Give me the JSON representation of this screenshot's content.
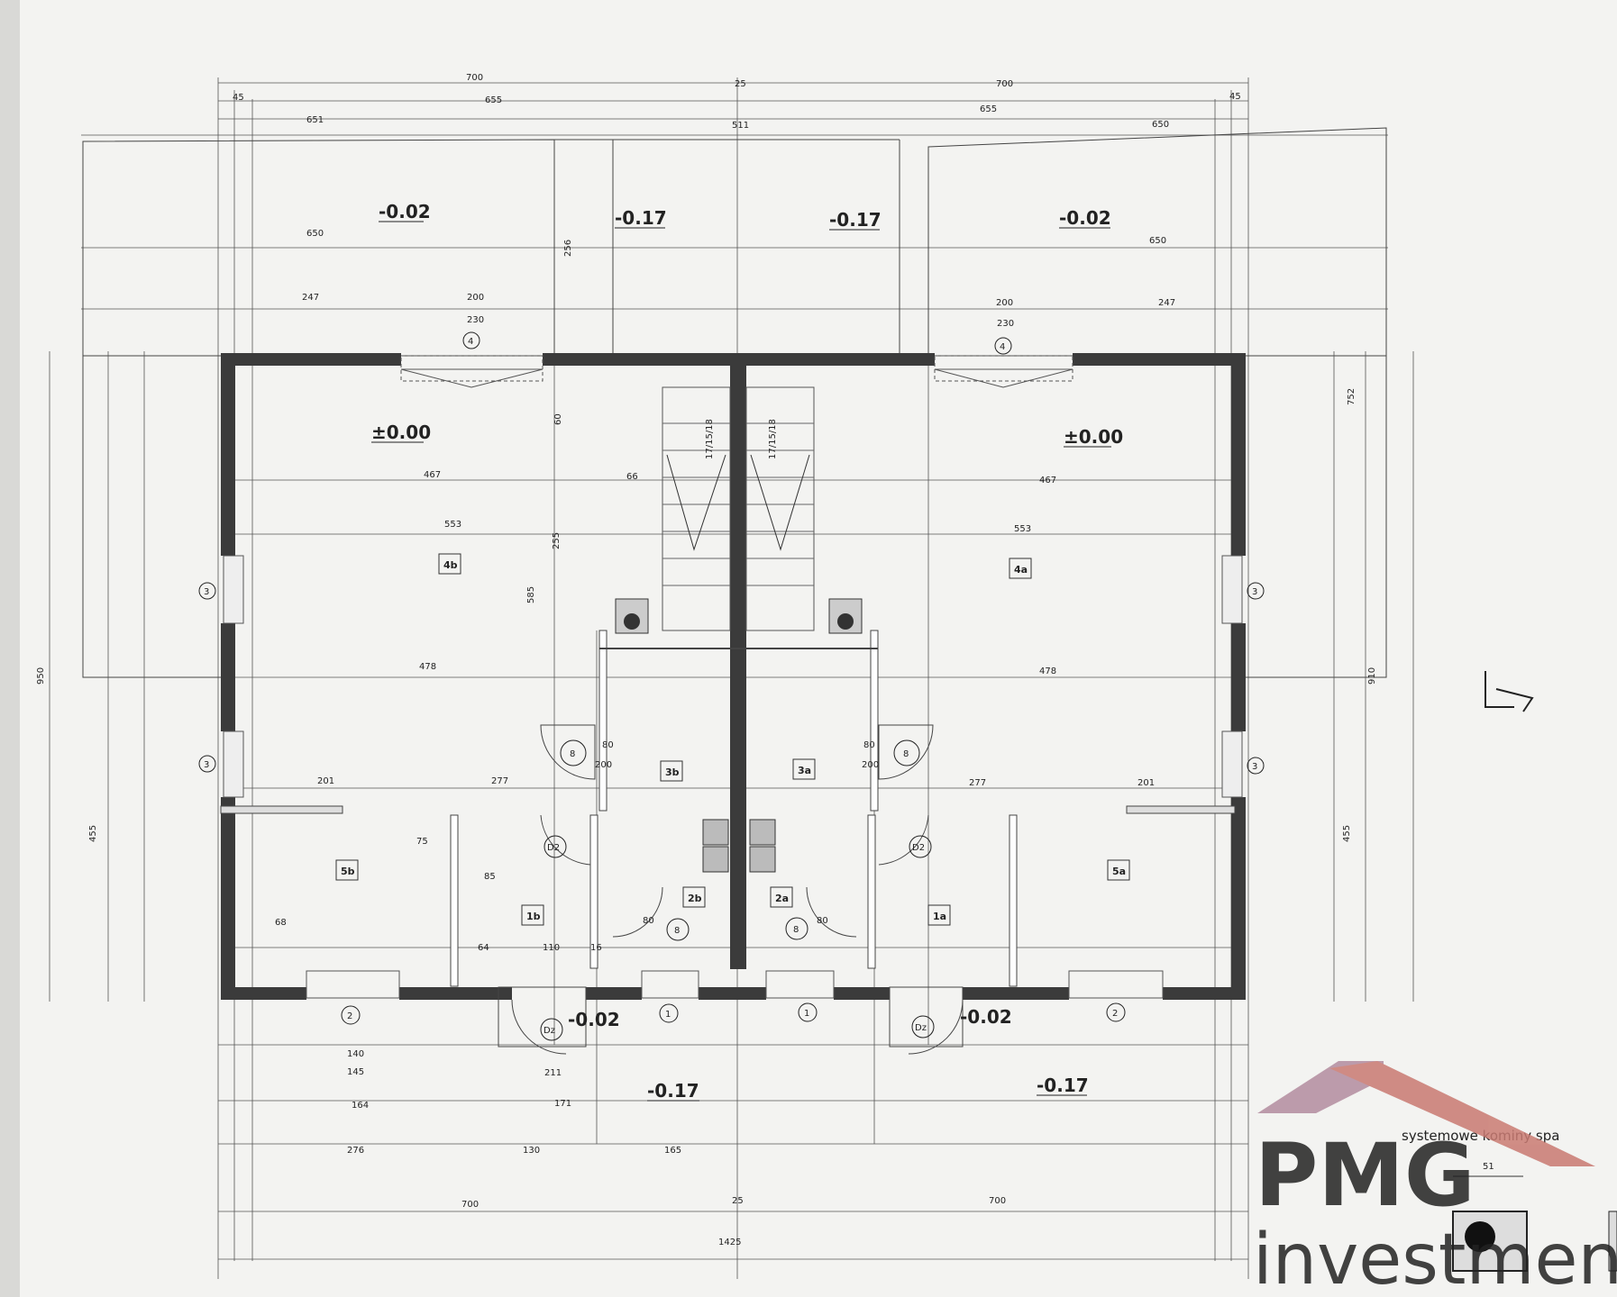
{
  "levels": {
    "terrace_left": "-0.02",
    "terrace_right": "-0.02",
    "terrace_mid_left": "-0.17",
    "terrace_mid_right": "-0.17",
    "living_left": "±0.00",
    "living_right": "±0.00",
    "entry_left": "-0.02",
    "entry_right": "-0.02",
    "front_left": "-0.17",
    "front_right": "-0.17"
  },
  "rooms": {
    "r4b": "4b",
    "r4a": "4a",
    "r3b": "3b",
    "r3a": "3a",
    "r2b": "2b",
    "r2a": "2a",
    "r1b": "1b",
    "r1a": "1a",
    "r5b": "5b",
    "r5a": "5a"
  },
  "markers": {
    "m4": "4",
    "m3": "3",
    "m2": "2",
    "m1": "1",
    "m8": "8"
  },
  "doors": {
    "d2": "D2",
    "dz": "Dz",
    "size_w": "80",
    "size_h": "200"
  },
  "stairs": {
    "label": "17/15/18"
  },
  "dims": {
    "top_total_left": "700",
    "top_total_right": "700",
    "top_mid": "25",
    "top_left_655": "655",
    "top_right_655": "655",
    "top_45a": "45",
    "top_45b": "45",
    "top_651": "651",
    "top_650": "650",
    "top_511": "511",
    "d650a": "650",
    "d650b": "650",
    "d247a": "247",
    "d247b": "247",
    "d200a": "200",
    "d200b": "200",
    "d230a": "230",
    "d230b": "230",
    "d467a": "467",
    "d467b": "467",
    "d553a": "553",
    "d553b": "553",
    "d478a": "478",
    "d478b": "478",
    "d277a": "277",
    "d277b": "277",
    "d201a": "201",
    "d201b": "201",
    "d140": "140",
    "d145": "145",
    "d164": "164",
    "d171": "171",
    "d211": "211",
    "d276": "276",
    "d130": "130",
    "d165": "165",
    "bottom_total": "1425",
    "bottom_700a": "700",
    "bottom_700b": "700",
    "bottom_25": "25",
    "left_950": "950",
    "right_910": "910",
    "d455": "455",
    "d752": "752",
    "d455b": "455",
    "d256": "256",
    "d60": "60",
    "d66": "66",
    "d255": "255",
    "d585": "585",
    "d75": "75",
    "d68": "68",
    "d85": "85",
    "d110": "110",
    "d64": "64",
    "d16": "16"
  },
  "legend": {
    "text": "systemowe kominy spa",
    "dim": "51"
  },
  "logo": {
    "line1": "PMG",
    "line2": "investment"
  },
  "colors": {
    "wall": "#3b3b3b",
    "paper": "#f3f3f1",
    "logo_roof_left": "#b38c9f",
    "logo_roof_right": "#c97a72",
    "logo_text": "#8e8e8e"
  }
}
